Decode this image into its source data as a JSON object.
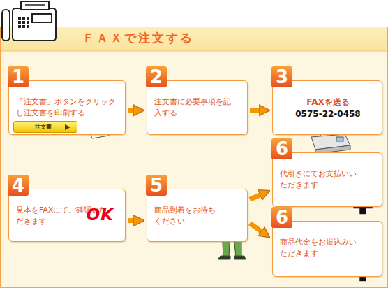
{
  "diagram": {
    "title": "ＦＡＸで注文する",
    "nodes": [
      {
        "text": [
          "1",
          "「注文書」ボタンをクリックし注文書を印刷する"
        ]
      },
      {
        "text": [
          "注文書"
        ],
        "in": 0
      },
      {
        "text": [
          "2",
          "注文書に必要事項を記入する"
        ]
      },
      {
        "text": [
          "3",
          "FAXを送る",
          "0575-22-0458"
        ]
      },
      {
        "text": [
          "4",
          "見本をFAXにてご確認いただきます",
          "OK"
        ]
      },
      {
        "text": [
          "5",
          "商品到着をお待ちください"
        ]
      },
      {
        "text": [
          "6",
          "代引きにてお支払いいただきます"
        ]
      },
      {
        "text": [
          "6",
          "商品代金をお振込みいただきます"
        ]
      }
    ],
    "edges": [
      {
        "from": 0,
        "to": 2,
        "arrow": "to"
      },
      {
        "from": 2,
        "to": 3,
        "arrow": "to"
      },
      {
        "from": 4,
        "to": 5,
        "arrow": "to"
      },
      {
        "from": 5,
        "to": 6,
        "arrow": "to"
      },
      {
        "from": 5,
        "to": 7,
        "arrow": "to"
      }
    ]
  }
}
